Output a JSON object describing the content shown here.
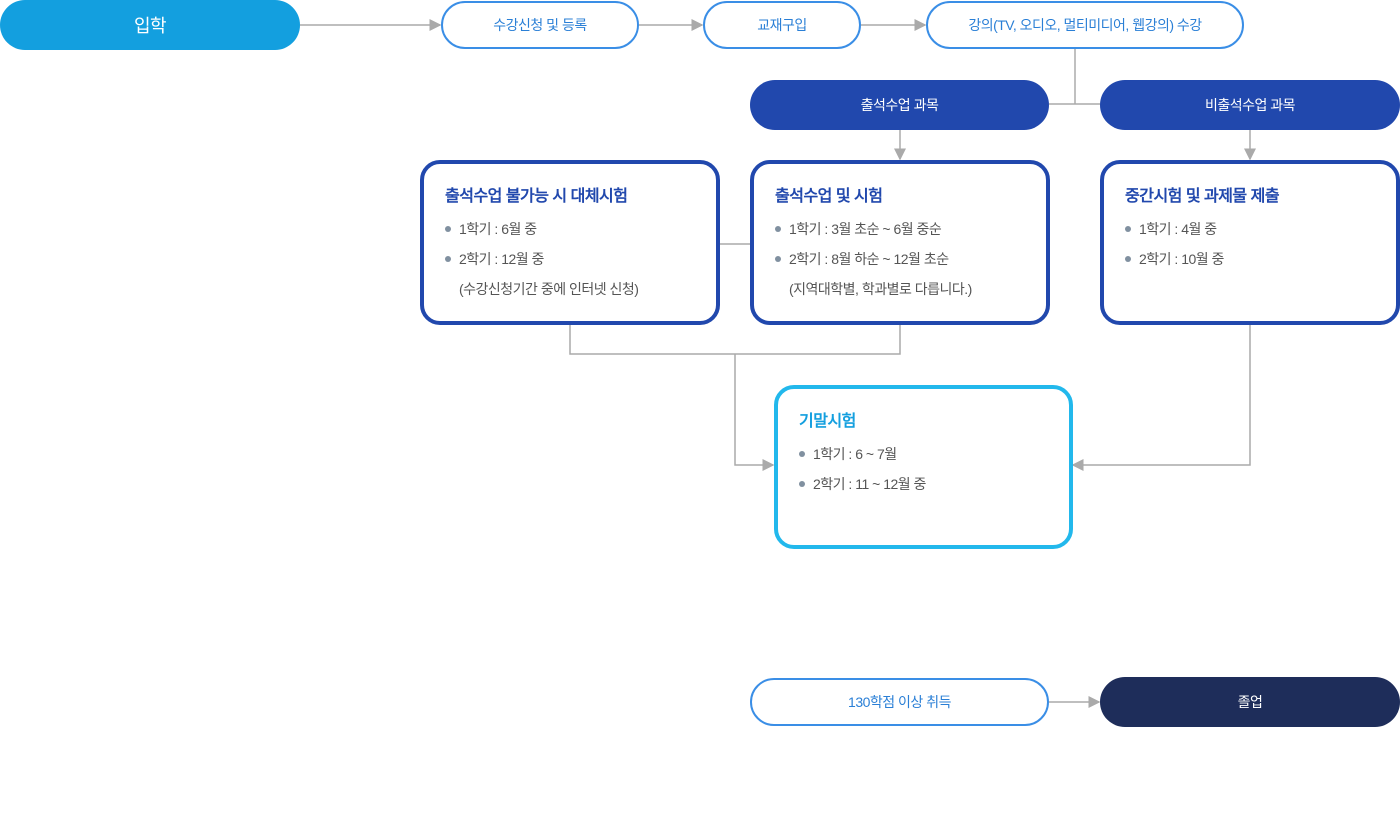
{
  "flow": {
    "admission": "입학",
    "registration": "수강신청 및 등록",
    "textbook": "교재구입",
    "lecture": "강의(TV, 오디오, 멀티미디어, 웹강의) 수강",
    "attend_course": "출석수업 과목",
    "nonattend_course": "비출석수업 과목",
    "credits": "130학점 이상 취득",
    "graduation": "졸업"
  },
  "boxes": {
    "alt_exam": {
      "title": "출석수업 불가능 시 대체시험",
      "items": [
        "1학기 : 6월 중",
        "2학기 : 12월 중"
      ],
      "note": "(수강신청기간 중에 인터넷 신청)"
    },
    "attend_exam": {
      "title": "출석수업 및 시험",
      "items": [
        "1학기 : 3월 초순 ~ 6월 중순",
        "2학기 : 8월 하순 ~ 12월 초순"
      ],
      "note": "(지역대학별, 학과별로 다릅니다.)"
    },
    "midterm": {
      "title": "중간시험 및 과제물 제출",
      "items": [
        "1학기 : 4월 중",
        "2학기 : 10월 중"
      ]
    },
    "final": {
      "title": "기말시험",
      "items": [
        "1학기 : 6 ~ 7월",
        "2학기 : 11 ~ 12월 중"
      ]
    }
  },
  "colors": {
    "primary": "#2148ad",
    "accent": "#139fdf",
    "final_border": "#22b8ec",
    "graduation": "#1e2d5a",
    "line": "#aaaaaa"
  }
}
